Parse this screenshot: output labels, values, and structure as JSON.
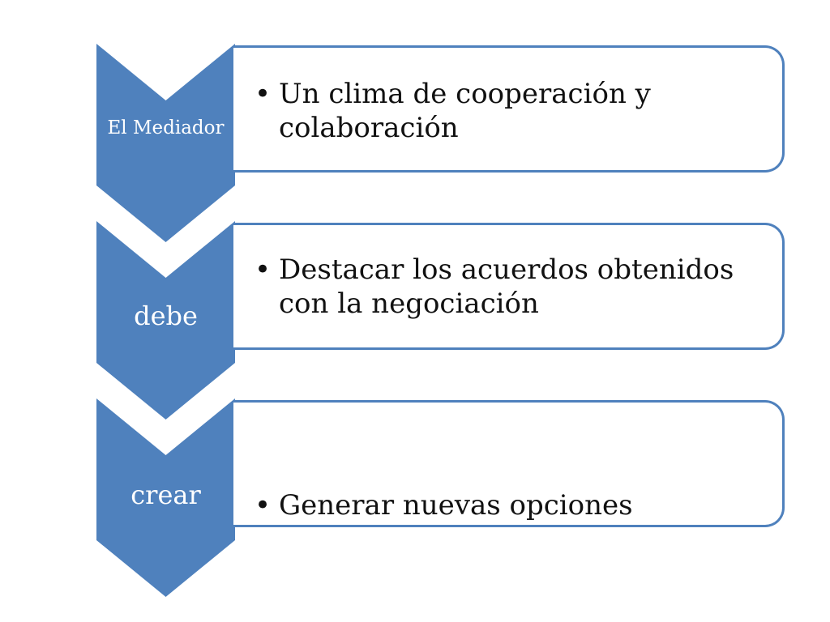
{
  "colors": {
    "chevron_fill": "#4f81bd",
    "box_border": "#4f81bd",
    "chevron_text": "#ffffff",
    "body_text": "#111111",
    "background": "#ffffff"
  },
  "steps": [
    {
      "chevron_label": "El Mediador",
      "bullet": "Un clima de cooperación y colaboración"
    },
    {
      "chevron_label": "debe",
      "bullet": "Destacar los acuerdos obtenidos con la negociación"
    },
    {
      "chevron_label": "crear",
      "bullet": "Generar nuevas opciones"
    }
  ],
  "bullet_glyph": "•"
}
